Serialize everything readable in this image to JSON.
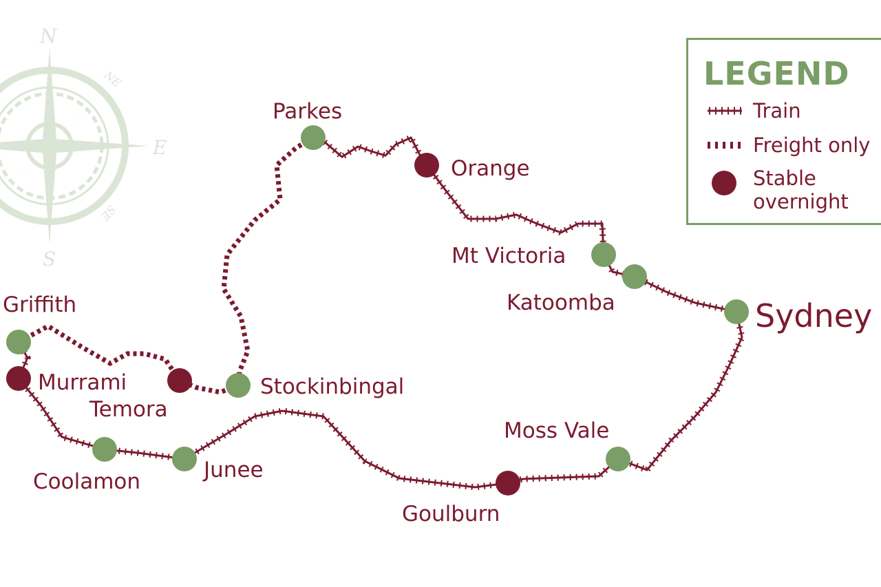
{
  "colors": {
    "route": "#7b1b30",
    "station": "#7a9e65",
    "overnight": "#7b1b30",
    "compass": "#dbe5d6"
  },
  "compass": {
    "n": "N",
    "ne": "NE",
    "e": "E",
    "se": "SE",
    "s": "S"
  },
  "legend": {
    "title": "LEGEND",
    "train": "Train",
    "freight": "Freight only",
    "stable_1": "Stable",
    "stable_2": "overnight"
  },
  "stations": [
    {
      "name": "Parkes",
      "type": "stop"
    },
    {
      "name": "Orange",
      "type": "overnight"
    },
    {
      "name": "Mt Victoria",
      "type": "stop"
    },
    {
      "name": "Katoomba",
      "type": "stop"
    },
    {
      "name": "Sydney",
      "type": "stop"
    },
    {
      "name": "Moss Vale",
      "type": "stop"
    },
    {
      "name": "Goulburn",
      "type": "overnight"
    },
    {
      "name": "Junee",
      "type": "stop"
    },
    {
      "name": "Coolamon",
      "type": "stop"
    },
    {
      "name": "Murrami",
      "type": "overnight"
    },
    {
      "name": "Griffith",
      "type": "stop"
    },
    {
      "name": "Temora",
      "type": "overnight"
    },
    {
      "name": "Stockinbingal",
      "type": "stop"
    }
  ]
}
